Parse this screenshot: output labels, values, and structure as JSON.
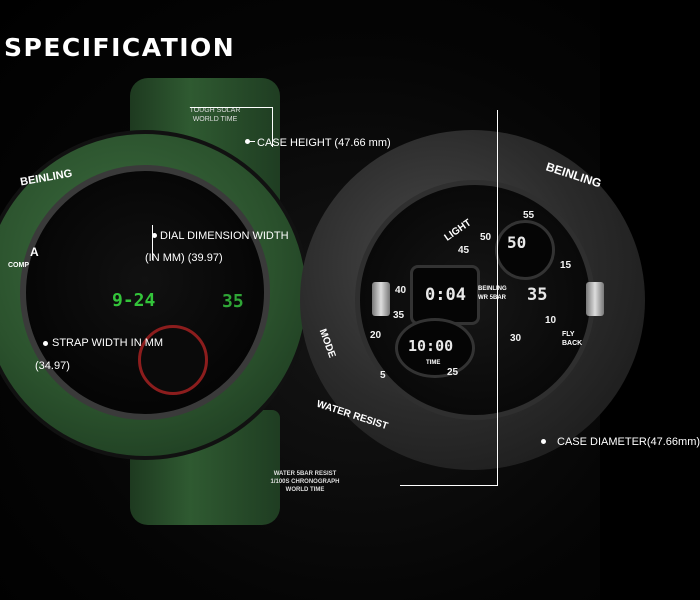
{
  "headline": "SPECIFICATION",
  "front_watch": {
    "top_text_line1": "TOUGH SOLAR",
    "top_text_line2": "WORLD TIME",
    "brand": "BEINLING",
    "comp": "COMP",
    "lcd_time": "9-24",
    "lcd_seconds": "35",
    "letter_a": "A"
  },
  "back_watch": {
    "brand": "BEINLING",
    "light": "LIGHT",
    "mode": "MODE",
    "water_resist": "WATER RESIST",
    "fly_back": "FLY BACK",
    "inner_brand": "BEINLING",
    "inner_wr": "WR 5BAR",
    "lcd_top": "50",
    "lcd_mid_left": "0:04",
    "lcd_mid_right": "35",
    "lcd_bottom": "10:00",
    "lcd_bottom_sub": "TIME",
    "numbers": [
      "5",
      "10",
      "15",
      "20",
      "25",
      "30",
      "35",
      "40",
      "45",
      "50",
      "55"
    ]
  },
  "dimensions": {
    "case_height": "CASE HEIGHT (47.66 mm)",
    "dial_width_line1": "DIAL DIMENSION WIDTH",
    "dial_width_line2": "(IN MM) (39.97)",
    "strap_width_line1": "STRAP WIDTH IN MM",
    "strap_width_line2": "(34.97)",
    "case_diameter": "CASE DIAMETER(47.66mm)"
  },
  "bottom_text": {
    "line1": "WATER 5BAR RESIST",
    "line2": "1/100S CHRONOGRAPH",
    "line3": "WORLD TIME"
  },
  "colors": {
    "strap_green": "#2f5a31",
    "lcd_green": "#33c43a",
    "accent_red": "#8c1d1d"
  }
}
